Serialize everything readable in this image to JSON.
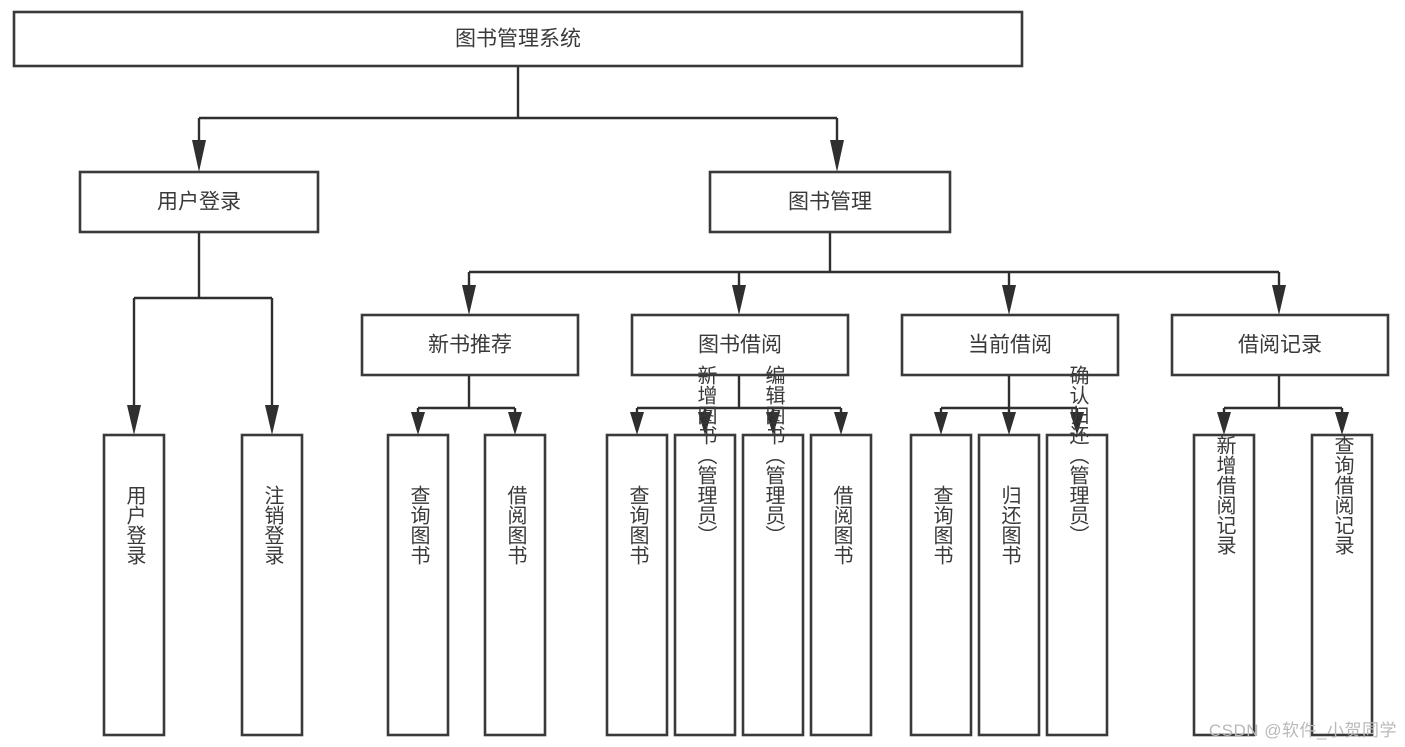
{
  "diagram": {
    "type": "tree",
    "title": "图书管理系统",
    "watermark": "CSDN @软件_小贺同学",
    "root": {
      "id": "root",
      "label": "图书管理系统"
    },
    "level2": [
      {
        "id": "user-login",
        "label": "用户登录"
      },
      {
        "id": "book-manage",
        "label": "图书管理"
      }
    ],
    "level3": [
      {
        "id": "new-book-rec",
        "label": "新书推荐"
      },
      {
        "id": "book-borrow",
        "label": "图书借阅"
      },
      {
        "id": "current-borrow",
        "label": "当前借阅"
      },
      {
        "id": "borrow-record",
        "label": "借阅记录"
      }
    ],
    "leaves": {
      "user_login": [
        {
          "id": "leaf-user-login",
          "label": "用户登录"
        },
        {
          "id": "leaf-logout",
          "label": "注销登录"
        }
      ],
      "new_book_rec": [
        {
          "id": "leaf-query-book-1",
          "label": "查询图书"
        },
        {
          "id": "leaf-borrow-book-1",
          "label": "借阅图书"
        }
      ],
      "book_borrow": [
        {
          "id": "leaf-query-book-2",
          "label": "查询图书"
        },
        {
          "id": "leaf-add-book",
          "label": "新增图书（管理员）"
        },
        {
          "id": "leaf-edit-book",
          "label": "编辑图书（管理员）"
        },
        {
          "id": "leaf-borrow-book-2",
          "label": "借阅图书"
        }
      ],
      "current_borrow": [
        {
          "id": "leaf-query-book-3",
          "label": "查询图书"
        },
        {
          "id": "leaf-return-book",
          "label": "归还图书"
        },
        {
          "id": "leaf-confirm-return",
          "label": "确认归还（管理员）"
        }
      ],
      "borrow_record": [
        {
          "id": "leaf-add-record",
          "label": "新增借阅记录"
        },
        {
          "id": "leaf-query-record",
          "label": "查询借阅记录"
        }
      ]
    },
    "colors": {
      "box_stroke": "#3a3a3a",
      "connector": "#2f2f2f",
      "text": "#3a3a3a",
      "background": "#ffffff",
      "watermark": "#b9b9b9"
    }
  }
}
